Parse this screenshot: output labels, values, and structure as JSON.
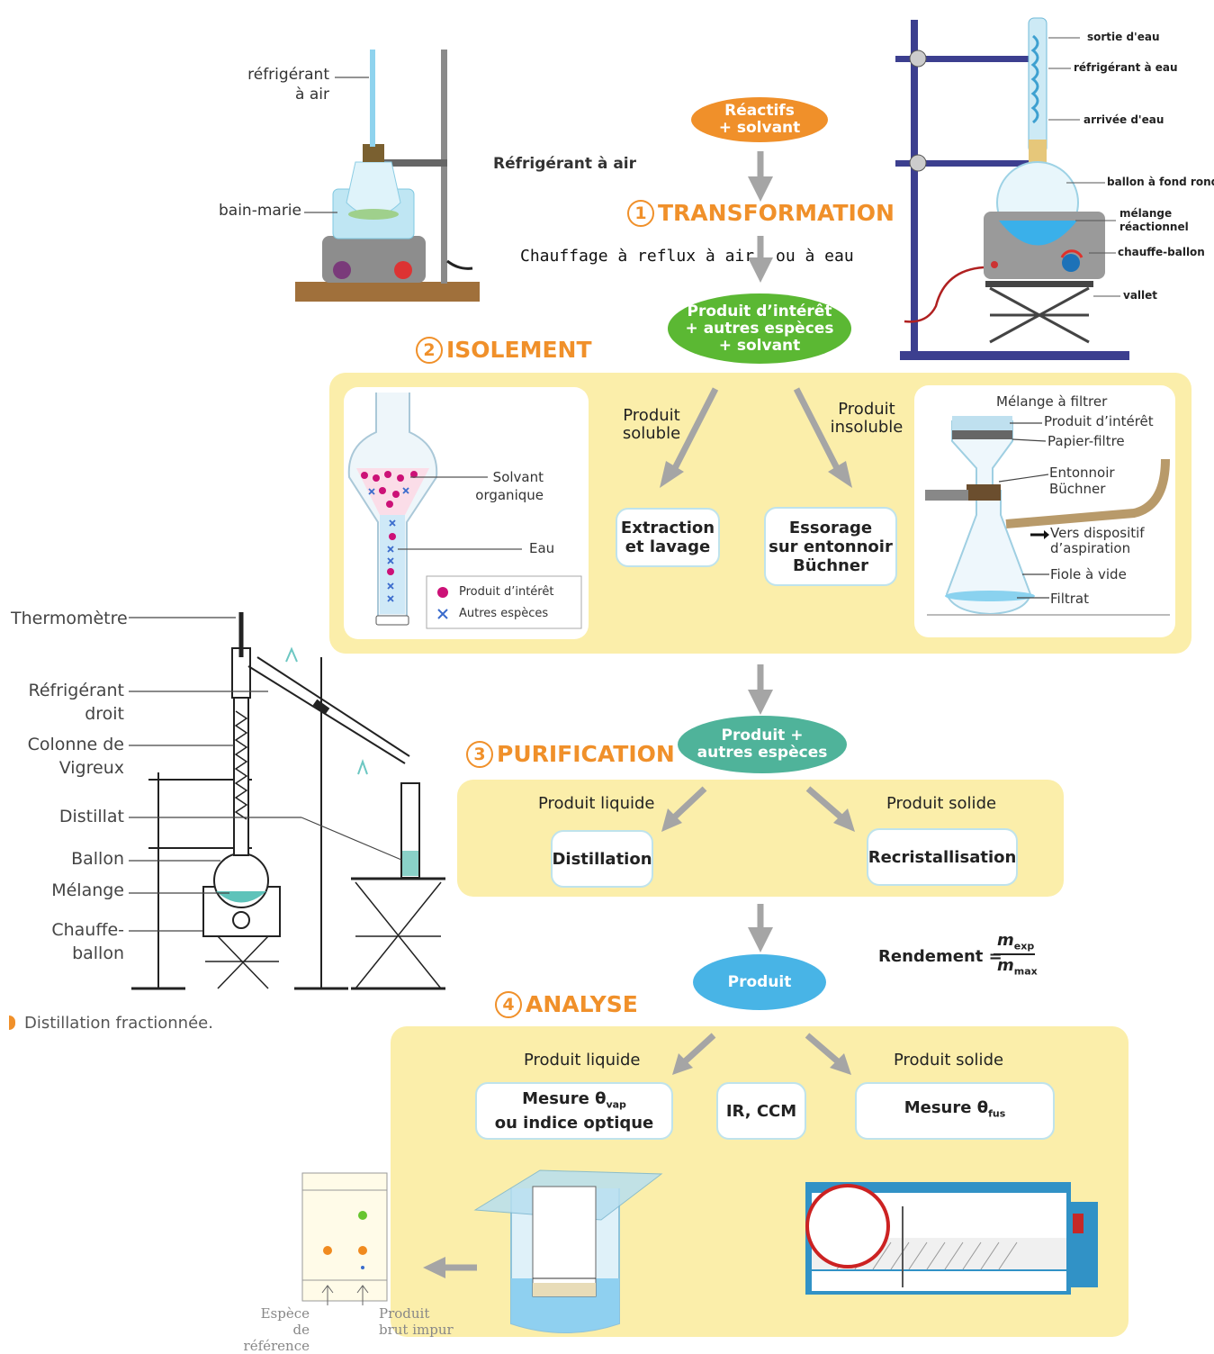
{
  "steps": {
    "transformation": {
      "num": "1",
      "title": "TRANSFORMATION"
    },
    "isolement": {
      "num": "2",
      "title": "ISOLEMENT"
    },
    "purification": {
      "num": "3",
      "title": "PURIFICATION"
    },
    "analyse": {
      "num": "4",
      "title": "ANALYSE"
    }
  },
  "nodes": {
    "reactifs": "Réactifs\n+ solvant",
    "produit_interet": "Produit d’intérêt\n+ autres espèces\n+ solvant",
    "produit_autres": "Produit +\nautres espèces",
    "produit": "Produit"
  },
  "transformation": {
    "left_text": "Chauffage à reflux à air",
    "right_text": "ou à eau",
    "air_caption": "Réfrigérant à air",
    "air_labels": {
      "refrigerant": "réfrigérant\nà air",
      "bain": "bain-marie"
    },
    "water_labels": [
      "sortie d'eau",
      "réfrigérant à eau",
      "arrivée d'eau",
      "ballon à fond rond",
      "mélange\nréactionnel",
      "chauffe-ballon",
      "vallet"
    ]
  },
  "isolement": {
    "soluble": "Produit\nsoluble",
    "insoluble": "Produit\ninsoluble",
    "box_extraction": "Extraction\net lavage",
    "box_essorage": "Essorage\nsur entonnoir\nBüchner",
    "ampoule_labels": {
      "solvant": "Solvant\norganique",
      "eau": "Eau"
    },
    "legend": {
      "produit": "Produit d’intérêt",
      "autres": "Autres espèces"
    },
    "buchner_labels": [
      "Mélange à filtrer",
      "Produit d’intérêt",
      "Papier-filtre",
      "Entonnoir\nBüchner",
      "Vers dispositif\nd’aspiration",
      "Fiole à vide",
      "Filtrat"
    ]
  },
  "purification": {
    "liquide": "Produit liquide",
    "solide": "Produit solide",
    "box_distillation": "Distillation",
    "box_recristallisation": "Recristallisation"
  },
  "rendement": {
    "label": "Rendement =",
    "num": "m",
    "num_sub": "exp",
    "den": "m",
    "den_sub": "max"
  },
  "analyse": {
    "liquide": "Produit liquide",
    "solide": "Produit solide",
    "box_mesure_vap": "Mesure θ",
    "box_mesure_vap_sub": "vap",
    "box_mesure_vap_line2": "ou indice optique",
    "box_ir": "IR, CCM",
    "box_mesure_fus": "Mesure θ",
    "box_mesure_fus_sub": "fus",
    "ccm_labels": {
      "ref": "Espèce\nde référence",
      "brut": "Produit\nbrut impur"
    }
  },
  "distillation": {
    "labels": [
      "Thermomètre",
      "Réfrigérant\ndroit",
      "Colonne de\nVigreux",
      "Distillat",
      "Ballon",
      "Mélange",
      "Chauffe-\nballon"
    ],
    "caption": "Distillation fractionnée."
  },
  "colors": {
    "orange": "#f0902a",
    "green": "#5bb833",
    "teal": "#4fb39a",
    "blue": "#48b4e6",
    "panel": "#fbeeaa",
    "arrow": "#a5a5a5"
  }
}
